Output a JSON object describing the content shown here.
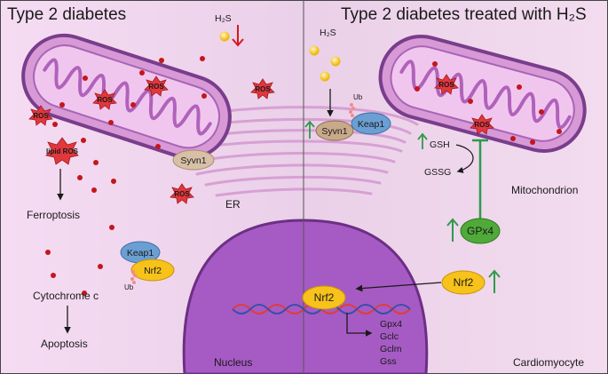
{
  "panels": {
    "left_title": "Type 2 diabetes",
    "right_title": "Type 2 diabetes treated with H₂S"
  },
  "labels": {
    "h2s_left": "H₂S",
    "h2s_right": "H₂S",
    "ros": "ROS",
    "lipid_ros": "lipid ROS",
    "ferroptosis": "Ferroptosis",
    "cytochrome_c": "Cytochrome c",
    "apoptosis": "Apoptosis",
    "er": "ER",
    "nucleus": "Nucleus",
    "cardiomyocyte": "Cardiomyocyte",
    "mitochondrion": "Mitochondrion",
    "gsh": "GSH",
    "gssg": "GSSG",
    "ub": "Ub"
  },
  "proteins": {
    "syn1_left": "Syvn1",
    "syn1_right": "Syvn1",
    "keap1_left": "Keap1",
    "keap1_right": "Keap1",
    "nrf2_left": "Nrf2",
    "nrf2_right": "Nrf2",
    "nrf2_nucleus": "Nrf2",
    "gpx4": "GPx4"
  },
  "genes": [
    "Gpx4",
    "Gclc",
    "Gclm",
    "Gss"
  ],
  "colors": {
    "cell_bg": "#f2d9ef",
    "mito_fill": "#d99ad8",
    "mito_stroke": "#7b3f8e",
    "nucleus_fill": "#a759c6",
    "er_stroke": "#d9a3d6",
    "ros_fill": "#e2373c",
    "dot": "#c4161c",
    "h2s": "#f5c518",
    "up_arrow": "#2e9a4a",
    "down_arrow": "#d7191c",
    "syn1": "#c8a98a",
    "keap1": "#6b9fd4",
    "nrf2": "#f7c21a",
    "gpx4": "#4faa3a"
  }
}
